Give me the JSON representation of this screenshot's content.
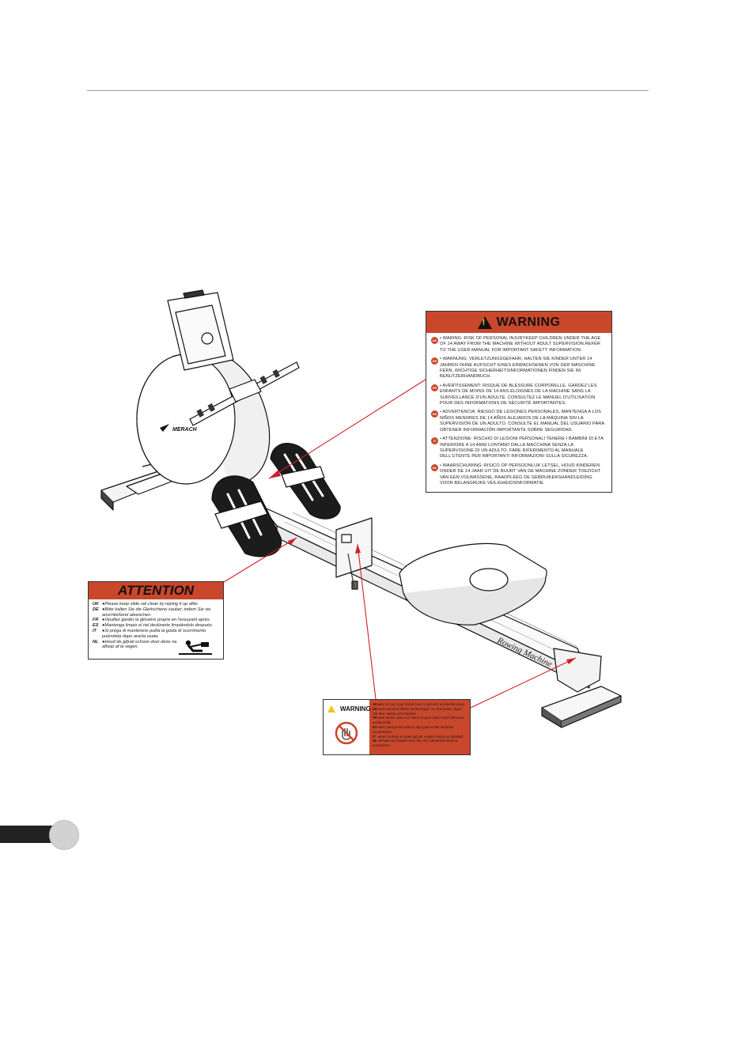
{
  "warning_label": {
    "title": "WARNING",
    "items": [
      {
        "code": "UK",
        "text": "• WARING: RISK OF PERSONAL INJURYKEEP CHILDREN UNDER THE AGE OF 14 AWAY FROM THE MACHINE WITHOUT ADULT SUPERVISION,REFER TO THE USER MANUAL FOR IMPORTANT SAFETY INFORMATION."
      },
      {
        "code": "DE",
        "text": "• WARNUNG: VERLETZUNGSGEFAHR, HALTEN SIE KINDER UNTER 14 JAHREN OHNE AUFSICHT EINES ERWACHSENEN VON DER MASCHINE FERN, WICHTIGE SICHERHEITSINFORMATIONEN FINDEN SIE IM BENUTZERHANDBUCH."
      },
      {
        "code": "FR",
        "text": "• AVERTISSEMENT: RISQUE DE BLESSURE CORPORELLE. GARDEZ LES ENFANTS DE MOINS DE 14 ANS ÉLOIGNÉS DE LA MACHINE SANS LA SURVEILLANCE D'UN ADULTE. CONSULTEZ LE MANUEL D'UTILISATION POUR DES INFORMATIONS DE SÉCURITÉ IMPORTANTES."
      },
      {
        "code": "ES",
        "text": "• ADVERTENCIA: RIESGO DE LESIONES PERSONALES, MANTENGA A LOS NIÑOS MENORES DE 14 AÑOS ALEJADOS DE LA MÁQUINA SIN LA SUPERVISIÓN DE UN ADULTO. CONSULTE EL MANUAL DEL USUARIO PARA OBTENER INFORMACIÓN IMPORTANTE SOBRE SEGURIDAD."
      },
      {
        "code": "IT",
        "text": "• ATTENZIONE: RISCHIO DI LESIONI PERSONALI TENERE I BAMBINI DI ETÀ INFERIORE A 14 ANNI LONTANO DALLA MACCHINA SENZA LA SUPERVISIONE DI UN ADULTO. FARE RIFERIMENTO AL MANUALE DELL'UTENTE PER IMPORTANTI INFORMAZIONI SULLA SICUREZZA."
      },
      {
        "code": "NL",
        "text": "• WAARSCHUWING: RISICO OP PERSOONLIJK LETSEL, HOUD KINDEREN ONDER DE 14 JAAR UIT DE BUURT VAN DE MACHINE ZONDER TOEZICHT VAN EEN VOLWASSENE, RAADPLEEG DE GEBRUIKERSHANDLEIDING VOOR BELANGRIJKE VEILIGHEIDSINFORMATIE."
      }
    ]
  },
  "attention_label": {
    "title": "ATTENTION",
    "lines": [
      {
        "code": "UK",
        "text": "●Please keep slide rail clean by wiping it up after."
      },
      {
        "code": "DE",
        "text": "●Bitte halten Sie die Gleitschiene sauber, indem Sie sie anschließend abwischen."
      },
      {
        "code": "FR",
        "text": "●Veuillez garder la glissière propre en l'essuyant après."
      },
      {
        "code": "ES",
        "text": "●Mantenga limpio el riel deslizante limpiándolo después."
      },
      {
        "code": "IT",
        "text": "●Si prega di mantenere pulita la guida di scorrimento pulendola dopo averla usata."
      },
      {
        "code": "NL",
        "text": "●Houd de glijrail schoon door deze na afloop af te vegen."
      }
    ]
  },
  "small_warning": {
    "title": "WARNING",
    "lines": [
      {
        "code": "UK",
        "text": "●Do not put your hands here to prevent accidental injury."
      },
      {
        "code": "DE",
        "text": "●Um versehentliche Verletzungen zu vermeiden, legen Sie Ihre Hände nicht hierher."
      },
      {
        "code": "FR",
        "text": "●Ne mettez pas vos mains ici pour éviter toute blessure accidentelle."
      },
      {
        "code": "ES",
        "text": "●No coloque las manos aquí para evitar lesiones accidentales."
      },
      {
        "code": "IT",
        "text": "●Non mettere le mani qui per evitare lesioni accidentali."
      },
      {
        "code": "NL",
        "text": "●Plaats uw handen hier niet, om onbedoeld letsel te voorkomen."
      }
    ]
  },
  "machine": {
    "brand_logo": "MERACH",
    "rail_text": "Rowing Machine"
  },
  "colors": {
    "label_red": "#c9472b",
    "line_red": "#d0202a"
  },
  "icons": [
    "warning-triangle-icon",
    "no-hands-icon",
    "rowing-person-icon"
  ]
}
